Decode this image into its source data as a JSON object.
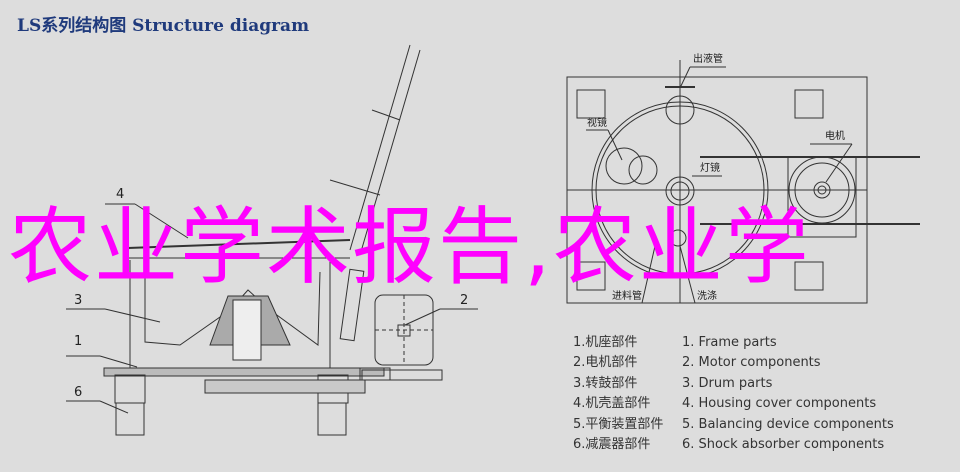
{
  "title": "LS系列结构图 Structure diagram",
  "side_view_callouts": [
    "1",
    "2",
    "3",
    "4",
    "6"
  ],
  "top_view_labels": {
    "outlet_pipe": "出液管",
    "sight_glass": "视镜",
    "lamp_glass": "灯镜",
    "motor": "电机",
    "feed_pipe": "进料管",
    "washing": "洗涤"
  },
  "legend": {
    "cn": [
      "1.机座部件",
      "2.电机部件",
      "3.转鼓部件",
      "4.机壳盖部件",
      "5.平衡装置部件",
      "6.减震器部件"
    ],
    "en": [
      "1. Frame parts",
      "2. Motor components",
      "3. Drum parts",
      "4. Housing cover components",
      "5. Balancing device components",
      "6. Shock absorber components"
    ]
  },
  "overlay_text": "农业学术报告,农业学",
  "colors": {
    "title": "#1f3a7c",
    "overlay": "#ff00ff",
    "line": "#333333",
    "background": "#dddddd"
  }
}
